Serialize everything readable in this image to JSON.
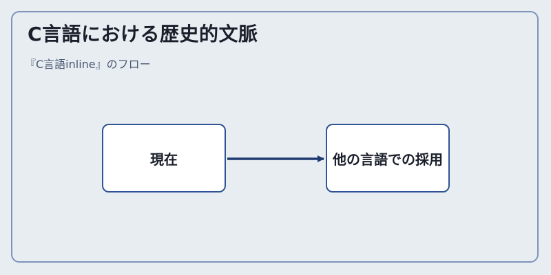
{
  "diagram": {
    "title": "C言語における歴史的文脈",
    "subtitle": "『C言語inline』のフロー",
    "nodes": [
      {
        "id": "n1",
        "label": "現在"
      },
      {
        "id": "n2",
        "label": "他の言語での採用"
      }
    ],
    "edges": [
      {
        "from": "n1",
        "to": "n2"
      }
    ],
    "colors": {
      "background": "#e8edf2",
      "frame_border": "#7d93b8",
      "node_border": "#2f5395",
      "node_fill": "#ffffff",
      "arrow": "#1f3a70"
    }
  }
}
